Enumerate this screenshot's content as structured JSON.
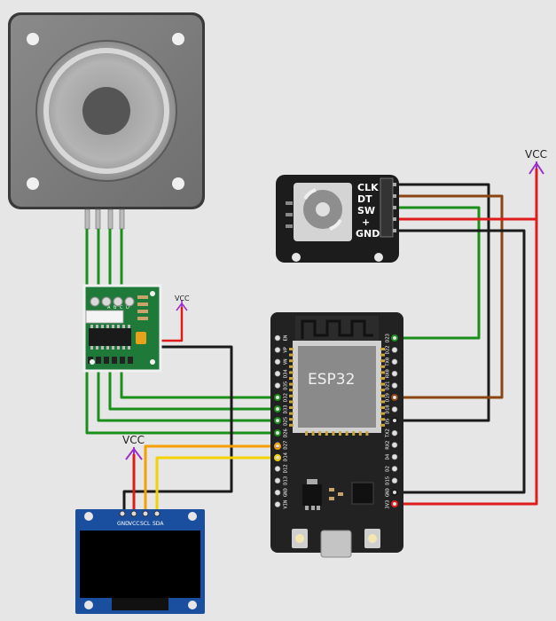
{
  "stepper": {
    "description": "stepper motor"
  },
  "driver": {
    "vcc_label": "VCC",
    "header_labels": [
      "A",
      "B",
      "C",
      "D"
    ]
  },
  "encoder": {
    "pins": [
      "CLK",
      "DT",
      "SW",
      "+",
      "GND"
    ]
  },
  "encoder_vcc": {
    "label": "VCC"
  },
  "oled": {
    "pins": [
      "GND",
      "VCC",
      "SCL",
      "SDA"
    ]
  },
  "oled_vcc": {
    "label": "VCC"
  },
  "esp32": {
    "title": "ESP32",
    "left_pins": [
      "EN",
      "VP",
      "VN",
      "D34",
      "D35",
      "D32",
      "D33",
      "D25",
      "D26",
      "D27",
      "D14",
      "D12",
      "D13",
      "GND",
      "VIN"
    ],
    "right_pins": [
      "D23",
      "D22",
      "TX0",
      "RX0",
      "D21",
      "D19",
      "D18",
      "D5",
      "TX2",
      "RX2",
      "D4",
      "D2",
      "D15",
      "GND",
      "3V3"
    ]
  },
  "colors": {
    "background": "#e6e6e6",
    "wire_green": "#1a8f1a",
    "wire_black": "#1a1a1a",
    "wire_red": "#e01b1b",
    "wire_brown": "#8b4513",
    "wire_orange": "#f5a000",
    "wire_yellow": "#f2d200",
    "vcc_purple": "#9b30c8",
    "board_green": "#1f7a3a",
    "oled_blue": "#1a4fa0"
  }
}
